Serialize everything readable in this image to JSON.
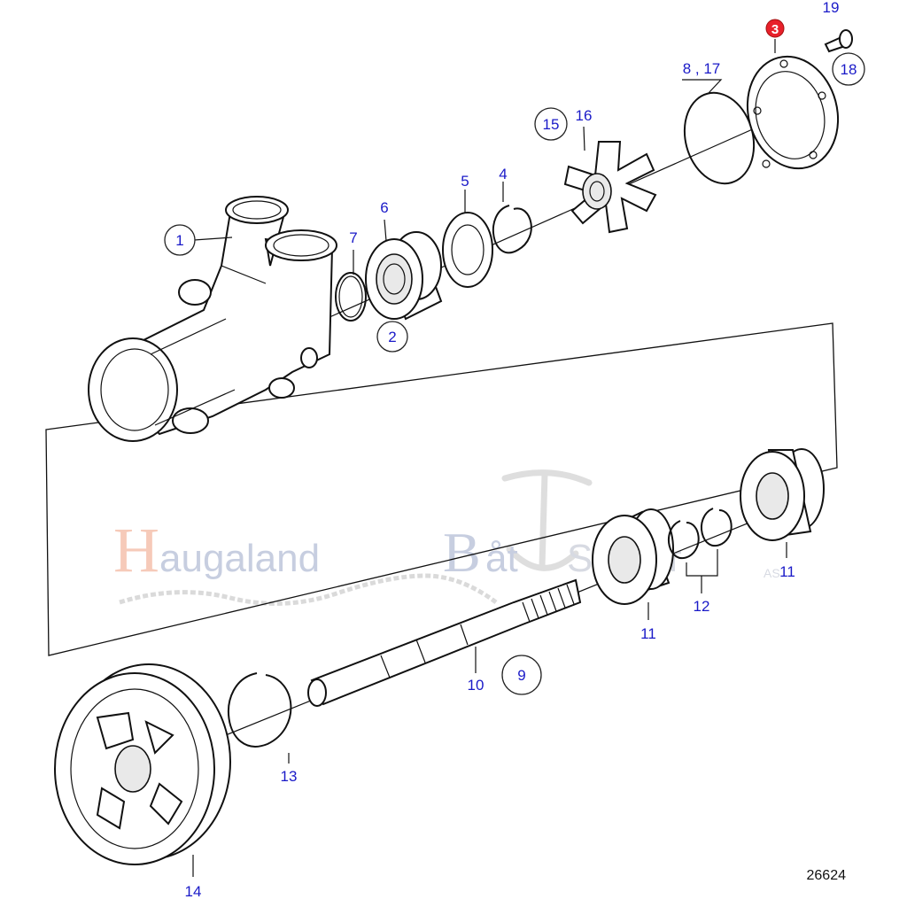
{
  "watermark": {
    "word1_initial": "H",
    "word1_rest": "augaland",
    "word2_initial": "B",
    "word2_rest": "åt",
    "word3": "Senter",
    "word4": "AS",
    "color_red": "#e8492a",
    "color_blue": "#1b3f8c"
  },
  "callouts": [
    {
      "id": "c1",
      "label": "1",
      "circled": true
    },
    {
      "id": "c2",
      "label": "2",
      "circled": true
    },
    {
      "id": "c3",
      "label": "3",
      "circled": true,
      "highlight": true
    },
    {
      "id": "c4",
      "label": "4",
      "circled": false
    },
    {
      "id": "c5",
      "label": "5",
      "circled": false
    },
    {
      "id": "c6",
      "label": "6",
      "circled": false
    },
    {
      "id": "c7",
      "label": "7",
      "circled": false
    },
    {
      "id": "c8_17",
      "label": "8 , 17",
      "circled": false
    },
    {
      "id": "c9",
      "label": "9",
      "circled": true
    },
    {
      "id": "c10",
      "label": "10",
      "circled": false
    },
    {
      "id": "c11a",
      "label": "11",
      "circled": false
    },
    {
      "id": "c11b",
      "label": "11",
      "circled": false
    },
    {
      "id": "c12",
      "label": "12",
      "circled": false
    },
    {
      "id": "c13",
      "label": "13",
      "circled": false
    },
    {
      "id": "c14",
      "label": "14",
      "circled": false
    },
    {
      "id": "c15",
      "label": "15",
      "circled": true
    },
    {
      "id": "c16",
      "label": "16",
      "circled": false
    },
    {
      "id": "c18",
      "label": "18",
      "circled": true
    },
    {
      "id": "c19",
      "label": "19",
      "circled": false
    }
  ],
  "figure_number": "26624",
  "colors": {
    "label": "#1a1ac8",
    "highlight": "#e8202a",
    "line": "#111111"
  }
}
